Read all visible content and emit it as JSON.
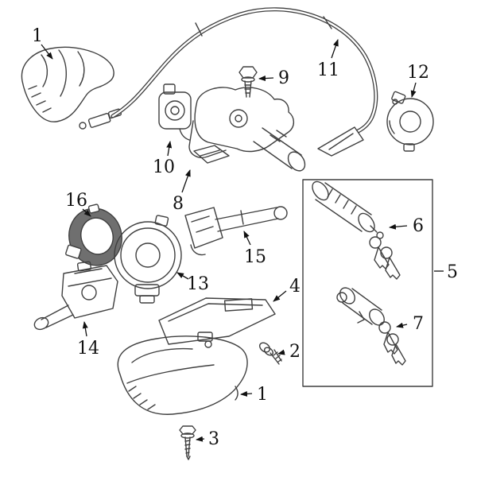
{
  "diagram": {
    "description": "Exploded parts diagram of a steering column assembly with numbered callouts",
    "colors": {
      "bg": "#ffffff",
      "line": "#3f3f3f",
      "label": "#111111",
      "ring": "#6f6f6f"
    },
    "callouts": [
      {
        "label": "1"
      },
      {
        "label": "11"
      },
      {
        "label": "9"
      },
      {
        "label": "12"
      },
      {
        "label": "10"
      },
      {
        "label": "8"
      },
      {
        "label": "16"
      },
      {
        "label": "13"
      },
      {
        "label": "15"
      },
      {
        "label": "14"
      },
      {
        "label": "4"
      },
      {
        "label": "2"
      },
      {
        "label": "5"
      },
      {
        "label": "6"
      },
      {
        "label": "7"
      },
      {
        "label": "1"
      },
      {
        "label": "3"
      }
    ]
  }
}
